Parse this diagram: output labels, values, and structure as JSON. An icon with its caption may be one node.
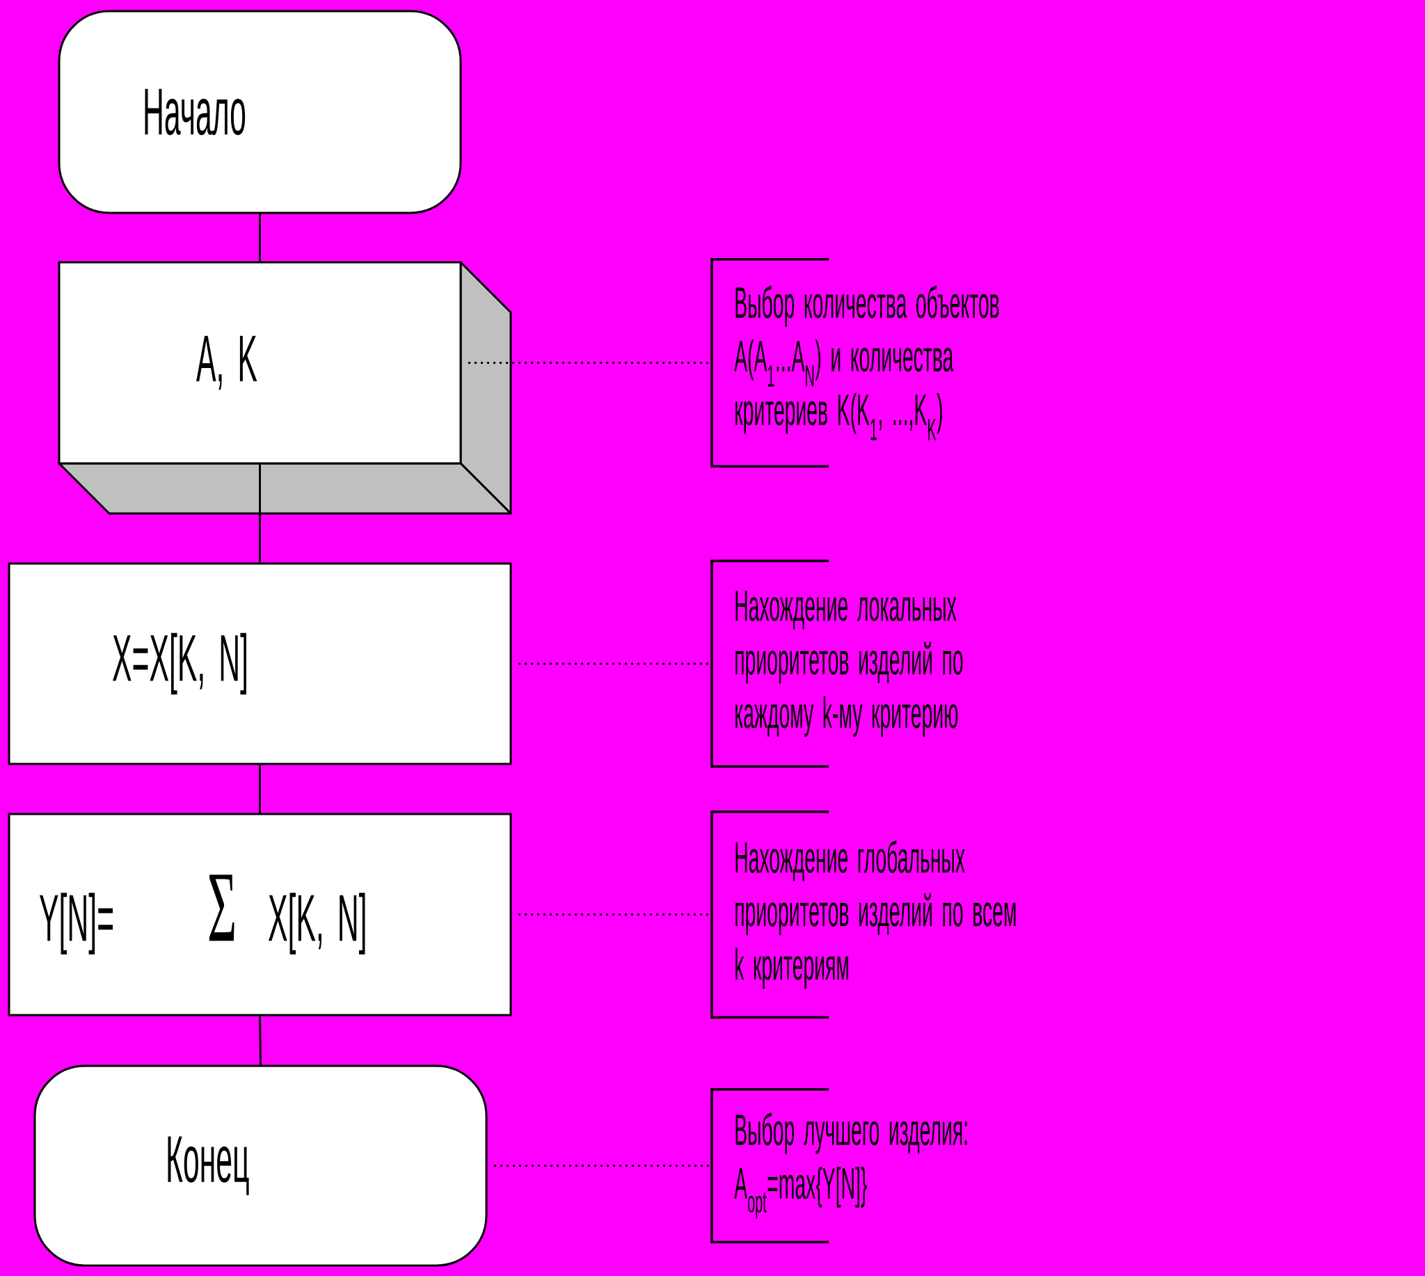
{
  "diagram": {
    "nodes": [
      {
        "text": [
          "Начало"
        ]
      },
      {
        "text": [
          "A, K"
        ]
      },
      {
        "text": [
          "X=X[K, N]"
        ]
      },
      {
        "text": [
          "Y[N]=",
          "Σ",
          "X[K, N]"
        ]
      },
      {
        "text": [
          "Конец"
        ]
      },
      {
        "text": [
          "Выбор количества объектов A(A$_{1}$...A$_{N}$) и количества критериев K(K$_{1}$, ...,K$_{K}$)"
        ]
      },
      {
        "text": [
          "Нахождение локальных приоритетов изделий по каждому k-му критерию"
        ]
      },
      {
        "text": [
          "Нахождение глобальных приоритетов изделий по всем k критериям"
        ]
      },
      {
        "text": [
          "Выбор лучшего изделия: A$_{opt}$=max{Y[N]}"
        ]
      }
    ],
    "edges": [
      {
        "from": 0,
        "to": 1,
        "arrow": "none"
      },
      {
        "from": 1,
        "to": 2,
        "arrow": "none"
      },
      {
        "from": 2,
        "to": 3,
        "arrow": "none"
      },
      {
        "from": 3,
        "to": 4,
        "arrow": "none"
      },
      {
        "from": 1,
        "to": 5,
        "arrow": "none",
        "style": "dashed"
      },
      {
        "from": 2,
        "to": 6,
        "arrow": "none",
        "style": "dashed"
      },
      {
        "from": 3,
        "to": 7,
        "arrow": "none",
        "style": "dashed"
      },
      {
        "from": 4,
        "to": 8,
        "arrow": "none",
        "style": "dashed"
      }
    ]
  }
}
